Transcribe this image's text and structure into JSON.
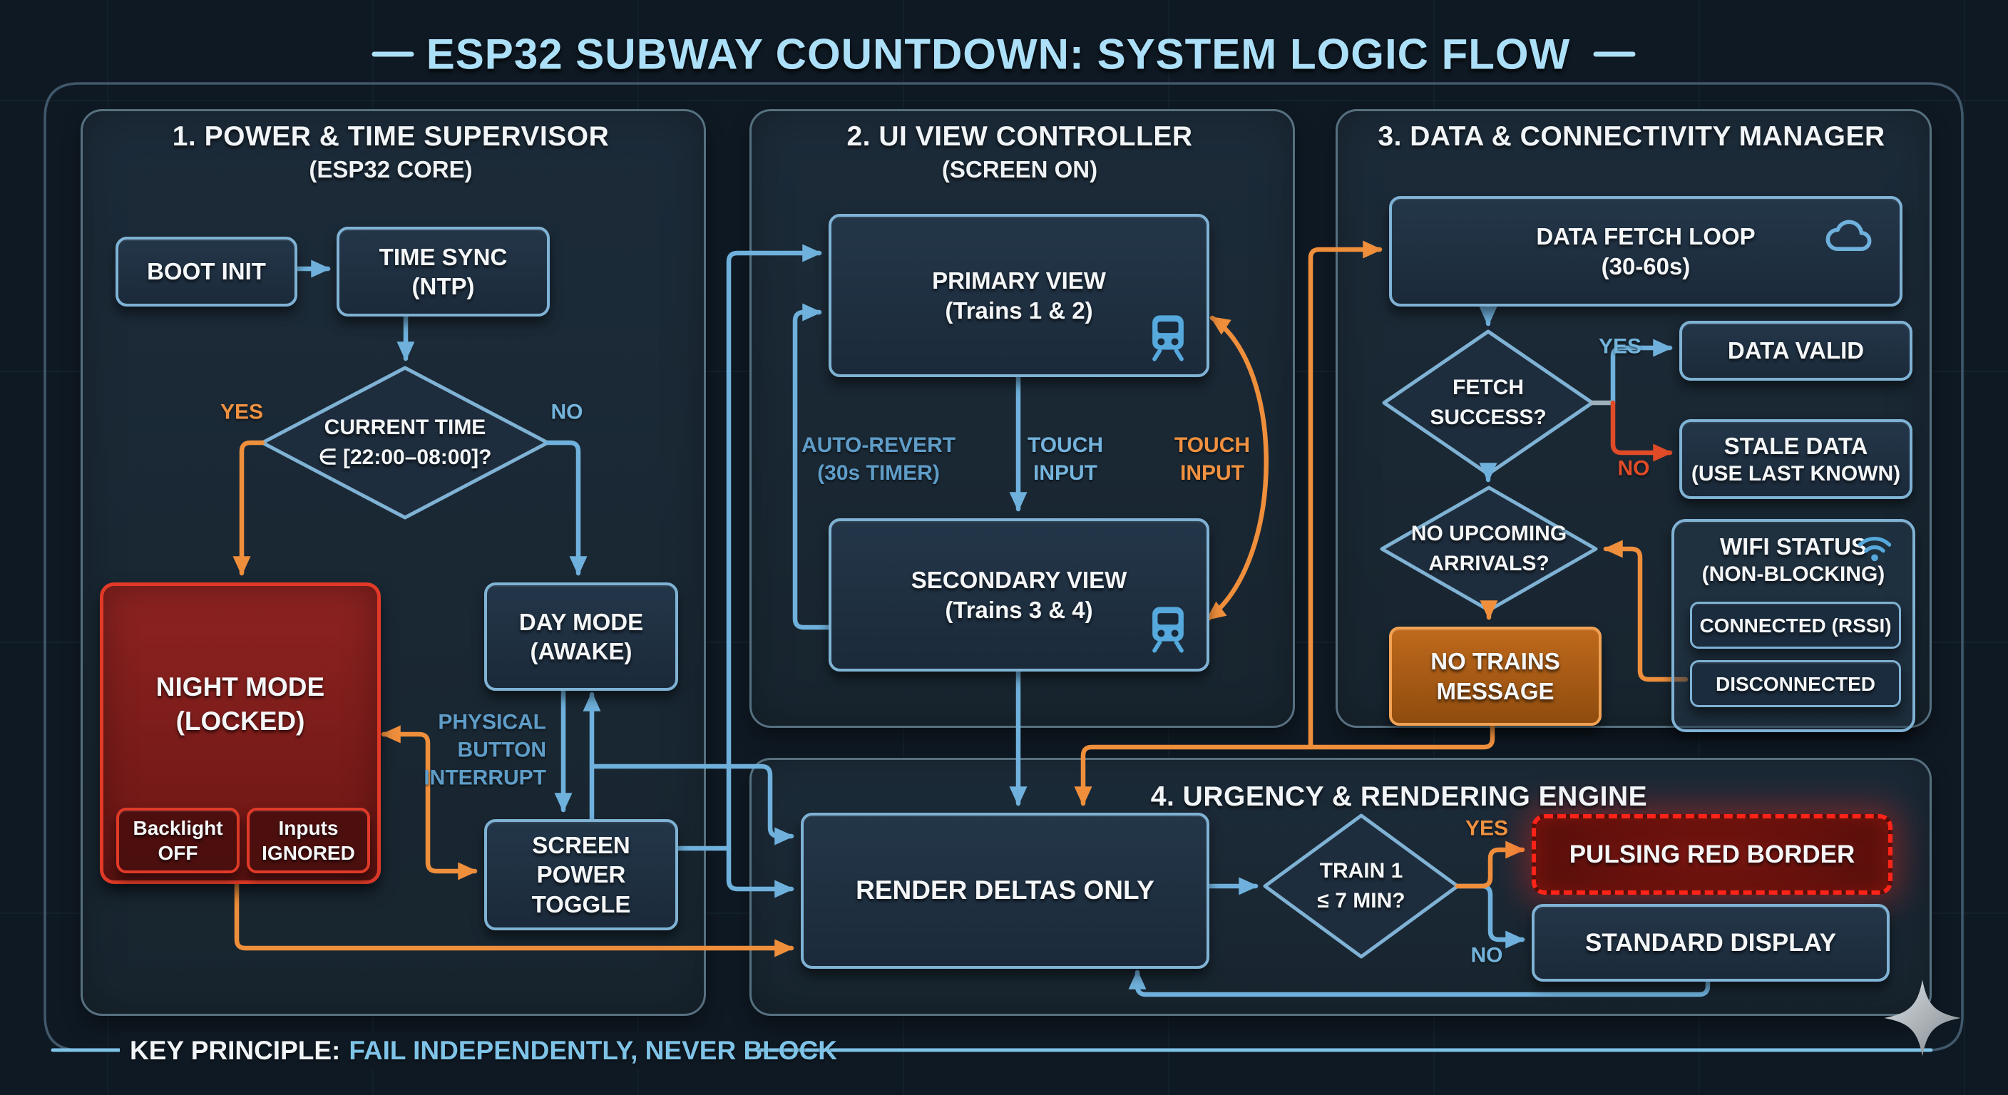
{
  "title": "ESP32 SUBWAY COUNTDOWN: SYSTEM LOGIC FLOW",
  "footer": {
    "label": "KEY PRINCIPLE:",
    "value": "FAIL INDEPENDENTLY, NEVER BLOCK"
  },
  "panels": {
    "p1": {
      "title": "1. POWER & TIME SUPERVISOR",
      "subtitle": "(ESP32 CORE)"
    },
    "p2": {
      "title": "2. UI VIEW CONTROLLER",
      "subtitle": "(SCREEN ON)"
    },
    "p3": {
      "title": "3. DATA & CONNECTIVITY MANAGER"
    },
    "p4": {
      "title": "4. URGENCY & RENDERING ENGINE"
    }
  },
  "nodes": {
    "boot_init": "BOOT INIT",
    "time_sync": {
      "l1": "TIME SYNC",
      "l2": "(NTP)"
    },
    "time_check": {
      "l1": "CURRENT TIME",
      "l2": "∈ [22:00–08:00]?"
    },
    "night_mode": {
      "l1": "NIGHT MODE",
      "l2": "(LOCKED)"
    },
    "backlight": {
      "l1": "Backlight",
      "l2": "OFF"
    },
    "inputs": {
      "l1": "Inputs",
      "l2": "IGNORED"
    },
    "day_mode": {
      "l1": "DAY MODE",
      "l2": "(AWAKE)"
    },
    "screen_toggle": {
      "l1": "SCREEN",
      "l2": "POWER",
      "l3": "TOGGLE"
    },
    "primary_view": {
      "l1": "PRIMARY VIEW",
      "l2": "(Trains 1 & 2)"
    },
    "secondary_view": {
      "l1": "SECONDARY VIEW",
      "l2": "(Trains 3 & 4)"
    },
    "data_fetch": {
      "l1": "DATA FETCH LOOP",
      "l2": "(30-60s)"
    },
    "fetch_check": {
      "l1": "FETCH",
      "l2": "SUCCESS?"
    },
    "data_valid": "DATA VALID",
    "stale_data": {
      "l1": "STALE DATA",
      "l2": "(USE LAST KNOWN)"
    },
    "arrivals_check": {
      "l1": "NO UPCOMING",
      "l2": "ARRIVALS?"
    },
    "no_trains": {
      "l1": "NO TRAINS",
      "l2": "MESSAGE"
    },
    "wifi_status": {
      "l1": "WIFI STATUS",
      "l2": "(NON-BLOCKING)"
    },
    "connected": "CONNECTED (RSSI)",
    "disconnected": "DISCONNECTED",
    "render_deltas": "RENDER DELTAS ONLY",
    "train_check": {
      "l1": "TRAIN 1",
      "l2": "≤ 7 MIN?"
    },
    "pulsing_red": "PULSING RED BORDER",
    "standard_display": "STANDARD DISPLAY"
  },
  "edge_labels": {
    "time_yes": "YES",
    "time_no": "NO",
    "physical_button": {
      "l1": "PHYSICAL",
      "l2": "BUTTON",
      "l3": "INTERRUPT"
    },
    "auto_revert": {
      "l1": "AUTO-REVERT",
      "l2": "(30s TIMER)"
    },
    "touch_blue": {
      "l1": "TOUCH",
      "l2": "INPUT"
    },
    "touch_orange": {
      "l1": "TOUCH",
      "l2": "INPUT"
    },
    "fetch_yes": "YES",
    "fetch_no": "NO",
    "train_yes": "YES",
    "train_no": "NO"
  },
  "colors": {
    "background": "#0f1923",
    "accent_blue": "#6fb1dc",
    "accent_orange": "#ef8f3c",
    "accent_red": "#e04b28",
    "night_red": "#e13a28",
    "title_blue": "#ace0f8",
    "box_border": "#7fb2d4",
    "panel_border": "#56707f"
  }
}
